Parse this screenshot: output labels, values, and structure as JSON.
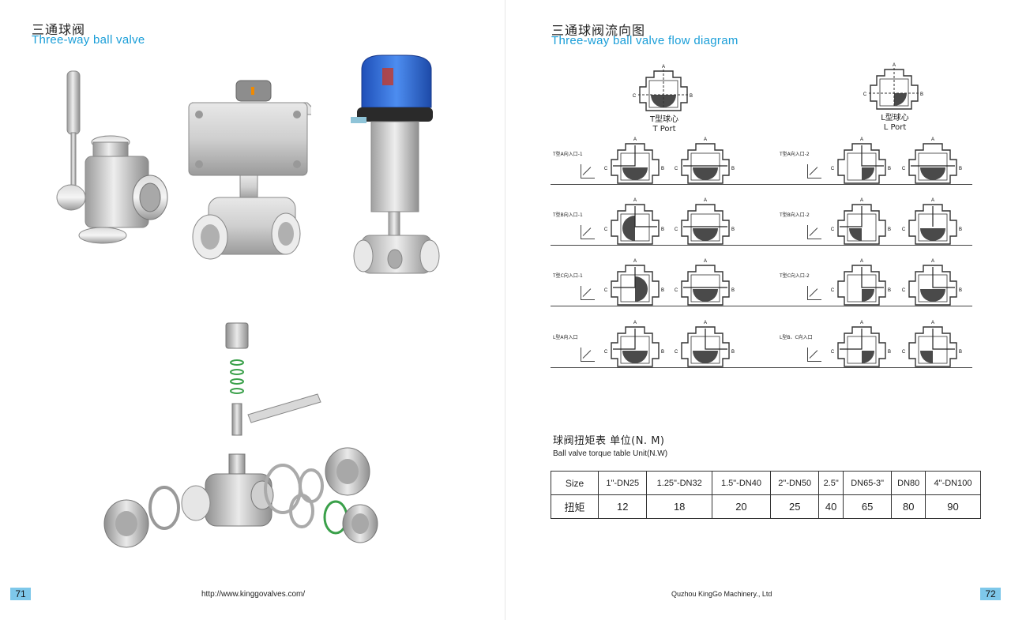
{
  "left_page": {
    "title_cn": "三通球阀",
    "title_en": "Three-way  ball valve",
    "page_number": "71",
    "footer_url": "http://www.kinggovalves.com/"
  },
  "right_page": {
    "title_cn": "三通球阀流向图",
    "title_en": "Three-way ball valve flow diagram",
    "page_number": "72",
    "footer_company": "Quzhou KingGo Machinery., Ltd",
    "port_types": [
      {
        "cn": "T型球心",
        "en": "T Port"
      },
      {
        "cn": "L型球心",
        "en": "L Port"
      }
    ],
    "port_letters": {
      "a": "A",
      "b": "B",
      "c": "C"
    },
    "flow_rows": [
      {
        "left_label": "T型A向入口-1",
        "right_label": "T型A向入口-2"
      },
      {
        "left_label": "T型B向入口-1",
        "right_label": "T型B向入口-2"
      },
      {
        "left_label": "T型C向入口-1",
        "right_label": "T型C向入口-2"
      },
      {
        "left_label": "L型A向入口",
        "right_label": "L型B、C向入口"
      }
    ],
    "torque_table": {
      "title_cn": "球阀扭矩表  单位(N. M)",
      "title_en": "Ball valve torque table  Unit(N.W)",
      "header_label": "Size",
      "value_label": "扭矩",
      "sizes": [
        "1\"-DN25",
        "1.25\"-DN32",
        "1.5\"-DN40",
        "2\"-DN50",
        "2.5\"",
        "DN65-3\"",
        "DN80",
        "4\"-DN100"
      ],
      "values": [
        "12",
        "18",
        "20",
        "25",
        "40",
        "65",
        "80",
        "90"
      ]
    }
  },
  "colors": {
    "accent_blue": "#1a9ed8",
    "page_number_bg": "#7ec8ea",
    "actuator_blue": "#2f6fd6",
    "seal_green": "#3aa04a"
  }
}
